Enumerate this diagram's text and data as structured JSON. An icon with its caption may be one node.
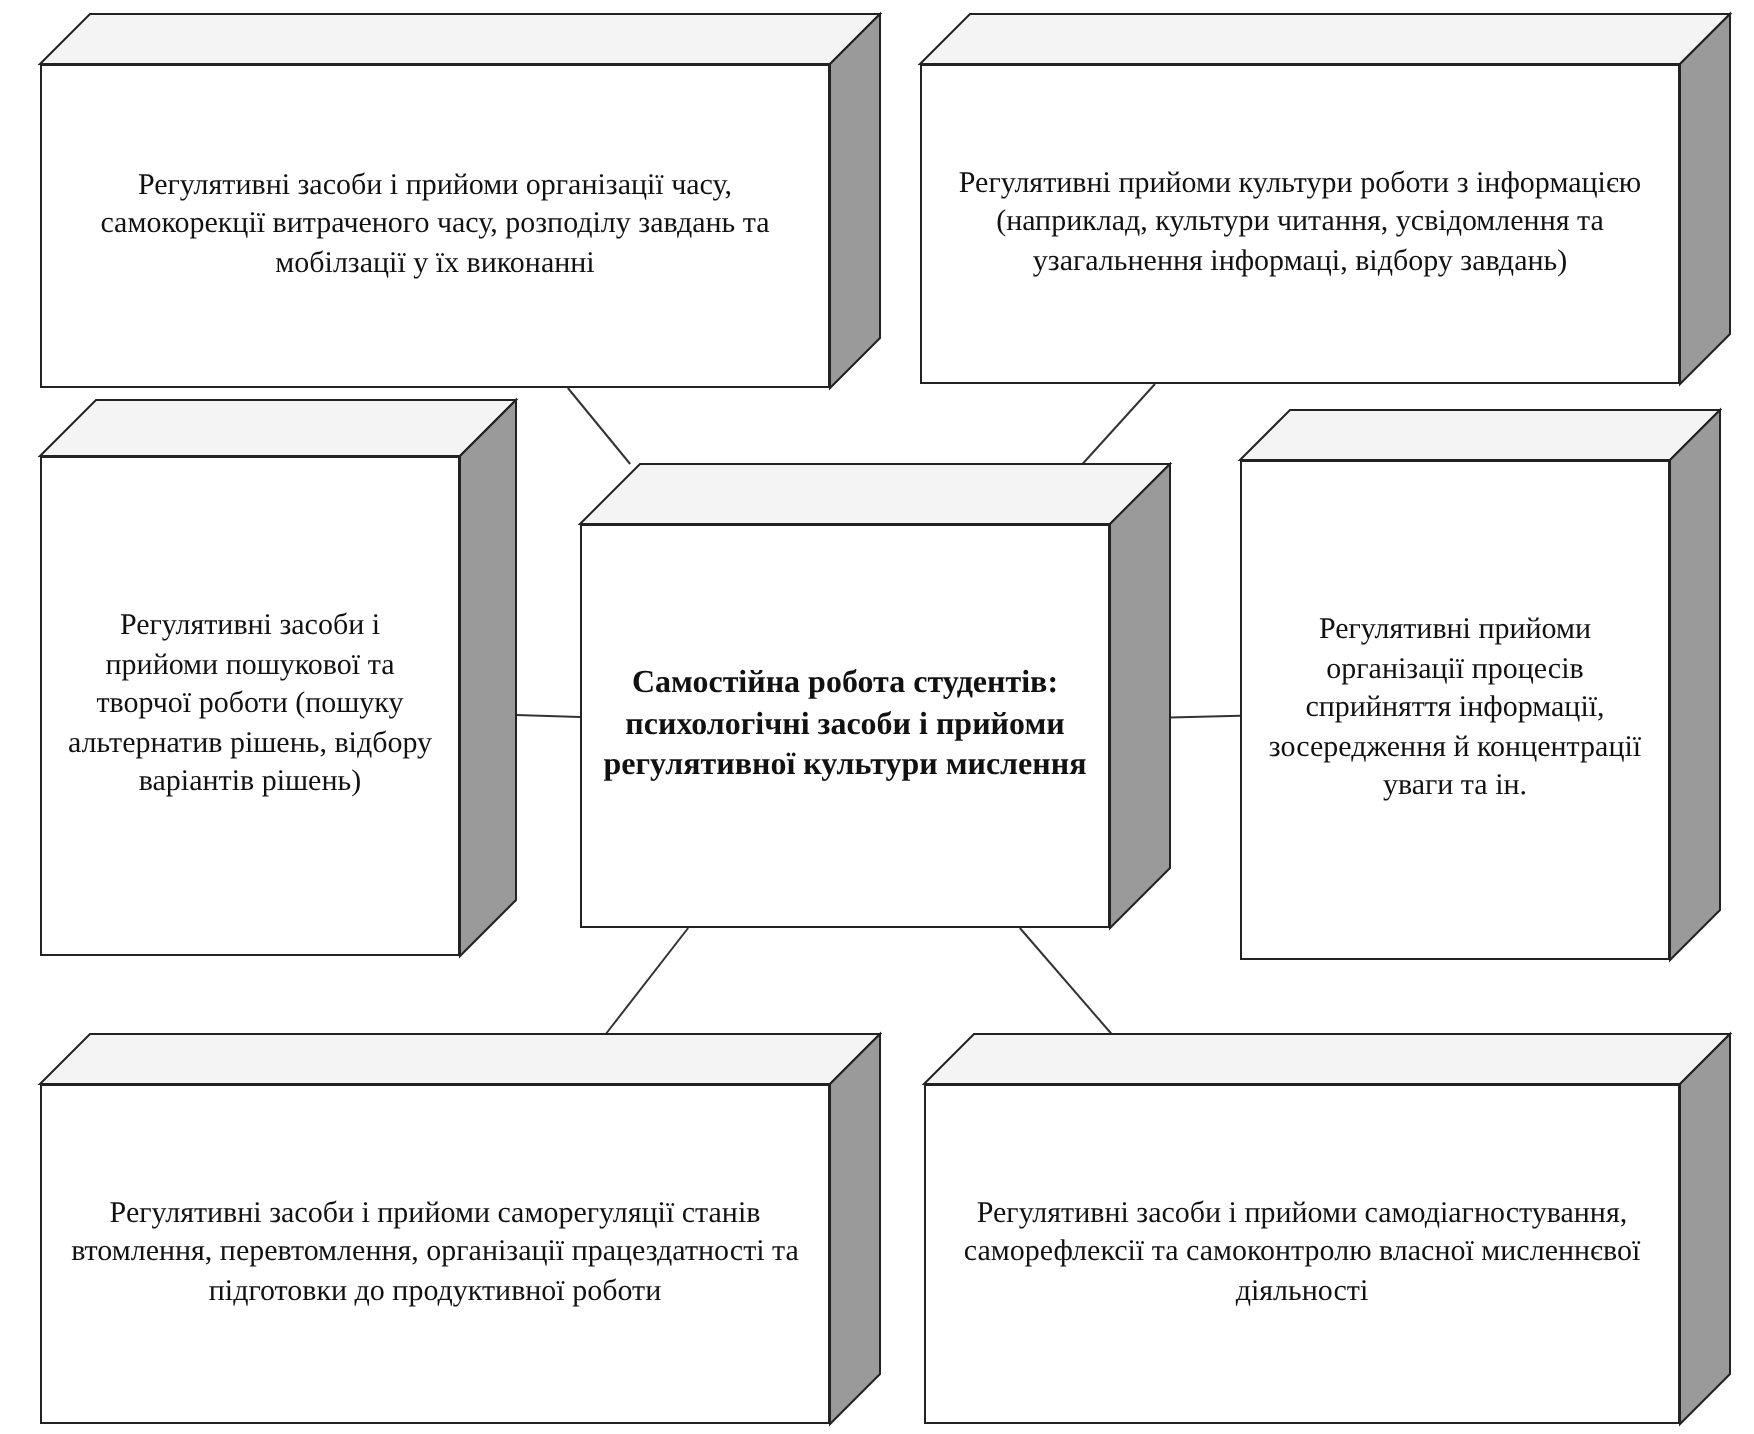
{
  "diagram": {
    "nodes": [
      {
        "text": [
          "Регулятивні засоби і прийоми організації часу, самокорекції витраченого часу, розподілу завдань та мобілзації у їх виконанні"
        ]
      },
      {
        "text": [
          "Регулятивні прийоми культури роботи з інформацією (наприклад, культури читання, усвідомлення та узагальнення інформаці, відбору завдань)"
        ]
      },
      {
        "text": [
          "Регулятивні засоби і прийоми пошукової та творчої роботи (пошуку альтернатив рішень, відбору варіантів рішень)"
        ]
      },
      {
        "text": [
          "Самостійна робота студентів: психологічні засоби і прийоми регулятивної культури мислення"
        ]
      },
      {
        "text": [
          "Регулятивні прийоми організації процесів сприйняття інформації, зосередження й концентрації уваги та ін."
        ]
      },
      {
        "text": [
          "Регулятивні засоби і прийоми саморегуляції станів втомлення, перевтомлення, організації працездатності та підготовки до продуктивної роботи"
        ]
      },
      {
        "text": [
          "Регулятивні засоби і прийоми самодіагностування, саморефлексії та самоконтролю власної мисленнєвої діяльності"
        ]
      }
    ],
    "edges": [
      {
        "from": 3,
        "to": 0,
        "arrow": "none"
      },
      {
        "from": 3,
        "to": 1,
        "arrow": "none"
      },
      {
        "from": 3,
        "to": 2,
        "arrow": "none"
      },
      {
        "from": 3,
        "to": 4,
        "arrow": "none"
      },
      {
        "from": 3,
        "to": 5,
        "arrow": "none"
      },
      {
        "from": 3,
        "to": 6,
        "arrow": "none"
      }
    ]
  }
}
